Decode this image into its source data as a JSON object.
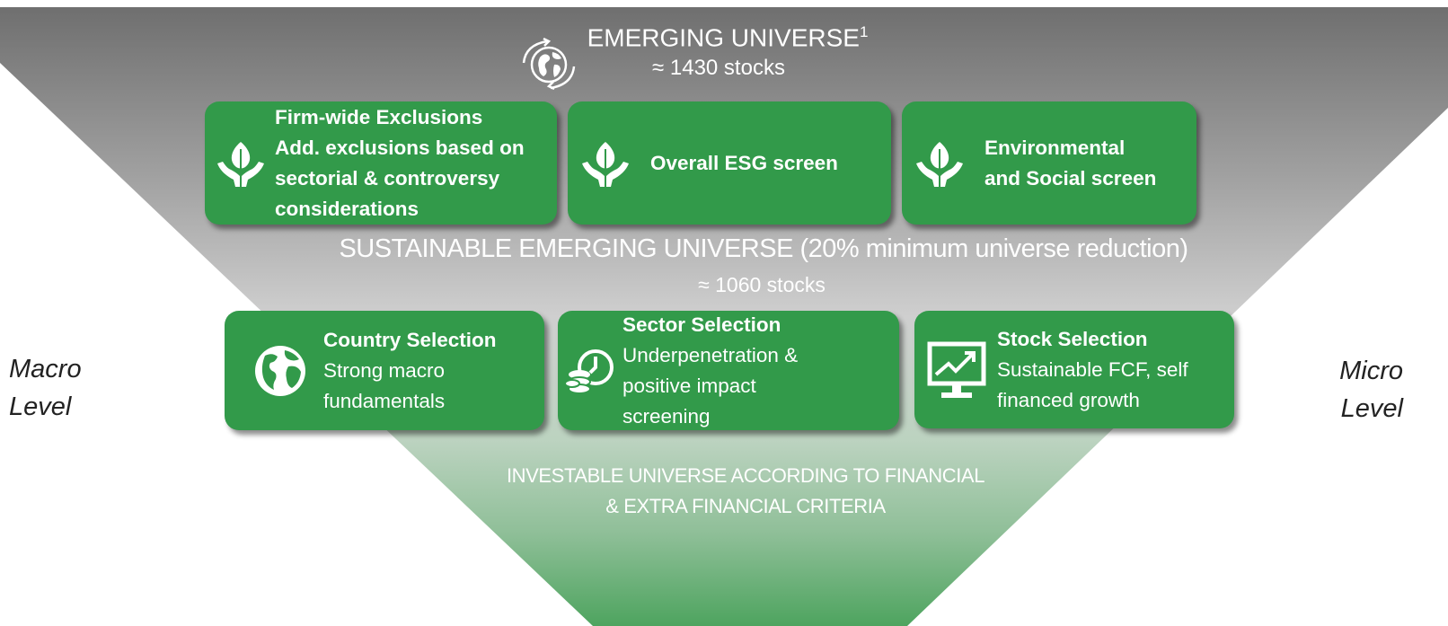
{
  "top": {
    "title": "EMERGING UNIVERSE",
    "footnote": "1",
    "count": "≈ 1430 stocks"
  },
  "esg_boxes": [
    {
      "lines": [
        "Firm-wide Exclusions",
        "Add. exclusions based on",
        "sectorial & controversy",
        "considerations"
      ],
      "icon": "leaf-in-hands-icon"
    },
    {
      "lines": [
        "Overall ESG screen"
      ],
      "icon": "leaf-in-hands-icon"
    },
    {
      "lines": [
        "Environmental",
        "and Social screen"
      ],
      "icon": "leaf-in-hands-icon"
    }
  ],
  "middle": {
    "title": "SUSTAINABLE EMERGING UNIVERSE (20% minimum universe reduction)",
    "count": "≈ 1060 stocks"
  },
  "selection_boxes": [
    {
      "title": "Country Selection",
      "lines": [
        "Strong macro",
        "fundamentals"
      ],
      "icon": "globe-icon"
    },
    {
      "title": "Sector Selection",
      "lines": [
        "Underpenetration &",
        "positive impact",
        "screening"
      ],
      "icon": "coins-clock-icon"
    },
    {
      "title": "Stock Selection",
      "lines": [
        "Sustainable FCF, self",
        "financed growth"
      ],
      "icon": "monitor-chart-icon"
    }
  ],
  "bottom": {
    "lines": [
      "INVESTABLE UNIVERSE ACCORDING TO FINANCIAL",
      "& EXTRA FINANCIAL CRITERIA"
    ]
  },
  "side_labels": {
    "left": [
      "Macro",
      "Level"
    ],
    "right": [
      "Micro",
      "Level"
    ]
  },
  "colors": {
    "box_green": "#329a4a",
    "funnel_top": "#6f6f6f",
    "funnel_bottom": "#2f9747"
  }
}
